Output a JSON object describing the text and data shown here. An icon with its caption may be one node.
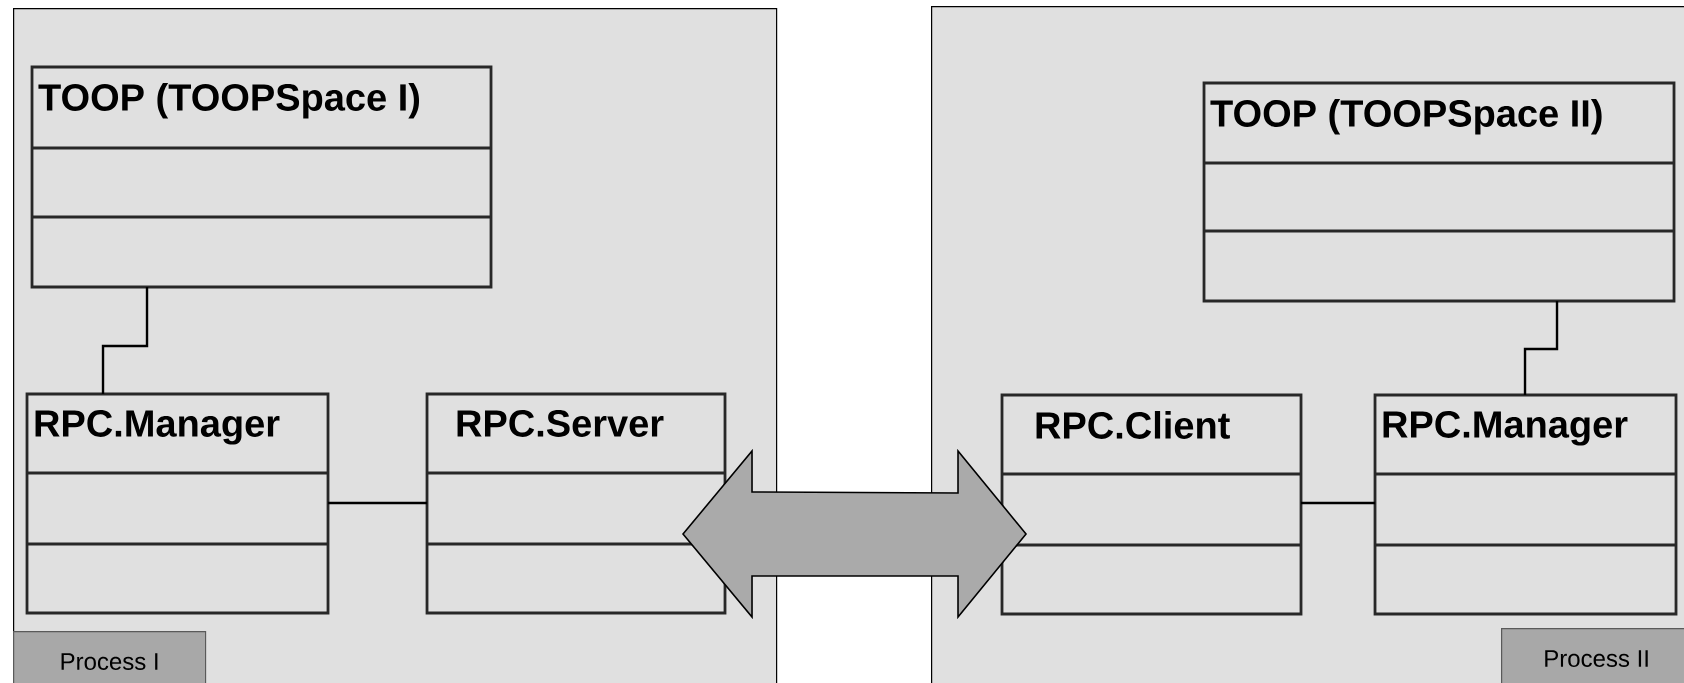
{
  "diagram": {
    "nodes": [
      {
        "text": [
          "Process I"
        ]
      },
      {
        "text": [
          "TOOP (TOOPSpace I)"
        ],
        "in": 0
      },
      {
        "text": [
          "RPC.Manager"
        ],
        "in": 0
      },
      {
        "text": [
          "RPC.Server"
        ],
        "in": 0
      },
      {
        "text": [
          "Process II"
        ]
      },
      {
        "text": [
          "TOOP (TOOPSpace II)"
        ],
        "in": 4
      },
      {
        "text": [
          "RPC.Client"
        ],
        "in": 4
      },
      {
        "text": [
          "RPC.Manager"
        ],
        "in": 4
      }
    ],
    "edges": [
      {
        "from": 1,
        "to": 2,
        "arrow": "none"
      },
      {
        "from": 2,
        "to": 3,
        "arrow": "none"
      },
      {
        "from": 3,
        "to": 6,
        "arrow": "both",
        "style": "thick"
      },
      {
        "from": 5,
        "to": 7,
        "arrow": "none"
      },
      {
        "from": 6,
        "to": 7,
        "arrow": "none"
      }
    ]
  }
}
